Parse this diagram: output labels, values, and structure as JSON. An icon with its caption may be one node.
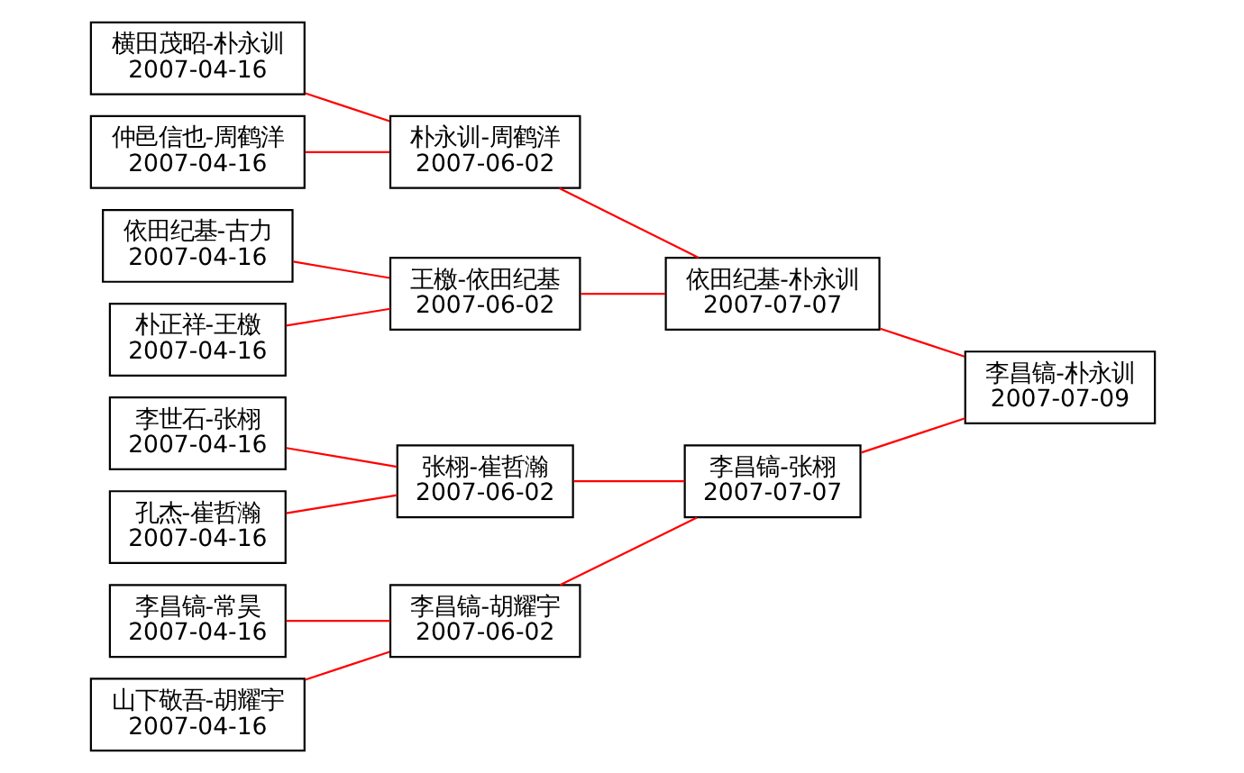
{
  "diagram": {
    "nodes": [
      {
        "text": [
          "横田茂昭-朴永训",
          "2007-04-16"
        ]
      },
      {
        "text": [
          "仲邑信也-周鹤洋",
          "2007-04-16"
        ]
      },
      {
        "text": [
          "依田纪基-古力",
          "2007-04-16"
        ]
      },
      {
        "text": [
          "朴正祥-王檄",
          "2007-04-16"
        ]
      },
      {
        "text": [
          "李昌镐-常昊",
          "2007-04-16"
        ]
      },
      {
        "text": [
          "山下敬吾-胡耀宇",
          "2007-04-16"
        ]
      },
      {
        "text": [
          "李世石-张栩",
          "2007-04-16"
        ]
      },
      {
        "text": [
          "孔杰-崔哲瀚",
          "2007-04-16"
        ]
      },
      {
        "text": [
          "朴永训-周鹤洋",
          "2007-06-02"
        ]
      },
      {
        "text": [
          "王檄-依田纪基",
          "2007-06-02"
        ]
      },
      {
        "text": [
          "李昌镐-胡耀宇",
          "2007-06-02"
        ]
      },
      {
        "text": [
          "张栩-崔哲瀚",
          "2007-06-02"
        ]
      },
      {
        "text": [
          "依田纪基-朴永训",
          "2007-07-07"
        ]
      },
      {
        "text": [
          "李昌镐-张栩",
          "2007-07-07"
        ]
      },
      {
        "text": [
          "李昌镐-朴永训",
          "2007-07-09"
        ]
      }
    ],
    "edges": [
      {
        "from": 0,
        "to": 8,
        "arrow": "none",
        "color": "#ff0000"
      },
      {
        "from": 1,
        "to": 8,
        "arrow": "none",
        "color": "#ff0000"
      },
      {
        "from": 2,
        "to": 9,
        "arrow": "none",
        "color": "#ff0000"
      },
      {
        "from": 3,
        "to": 9,
        "arrow": "none",
        "color": "#ff0000"
      },
      {
        "from": 4,
        "to": 10,
        "arrow": "none",
        "color": "#ff0000"
      },
      {
        "from": 5,
        "to": 10,
        "arrow": "none",
        "color": "#ff0000"
      },
      {
        "from": 6,
        "to": 11,
        "arrow": "none",
        "color": "#ff0000"
      },
      {
        "from": 7,
        "to": 11,
        "arrow": "none",
        "color": "#ff0000"
      },
      {
        "from": 8,
        "to": 12,
        "arrow": "none",
        "color": "#ff0000"
      },
      {
        "from": 9,
        "to": 12,
        "arrow": "none",
        "color": "#ff0000"
      },
      {
        "from": 10,
        "to": 13,
        "arrow": "none",
        "color": "#ff0000"
      },
      {
        "from": 11,
        "to": 13,
        "arrow": "none",
        "color": "#ff0000"
      },
      {
        "from": 12,
        "to": 14,
        "arrow": "none",
        "color": "#ff0000"
      },
      {
        "from": 13,
        "to": 14,
        "arrow": "none",
        "color": "#ff0000"
      }
    ]
  }
}
